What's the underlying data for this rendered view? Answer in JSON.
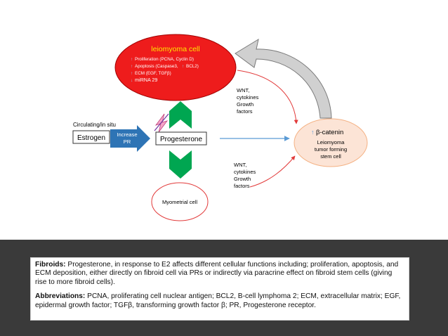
{
  "diagram": {
    "leiomyoma_cell": {
      "title": "leiomyoma cell",
      "lines": [
        {
          "arrow": "up",
          "text": "Proliferation (PCNA, Cyclin D)"
        },
        {
          "arrow": "up",
          "text": "Apoptosis (Caspase3,"
        },
        {
          "arrow": "up",
          "text": "BCL2)"
        },
        {
          "arrow": "up",
          "text": "ECM (EGF, TGFβ)"
        },
        {
          "arrow": "down",
          "text": "miRNA 29"
        }
      ]
    },
    "circulating_label": "Circulating/in situ",
    "estrogen_label": "Estrogen",
    "increase_pr_label_line1": "Increase",
    "increase_pr_label_line2": "PR",
    "progesterone_label": "Progesterone",
    "paracrine_top": [
      "WNT,",
      "cytokines",
      "Growth",
      "factors"
    ],
    "paracrine_bottom": [
      "WNT,",
      "cytokines",
      "Growth",
      "factors"
    ],
    "stem_cell": {
      "beta_catenin": "β-catenin",
      "lines": [
        "Leiomyoma",
        "tumor forming",
        "stem cell"
      ]
    },
    "myometrial_label": "Myometrial cell",
    "colors": {
      "leiomyoma_fill": "#ee1c1c",
      "title_yellow": "#ffe600",
      "estrogen_arrow": "#2e74b5",
      "green_arrow": "#00a651",
      "curve_red": "#e23a3a",
      "stem_fill": "#fce4d6",
      "stem_stroke": "#f4b183",
      "blue_arrow": "#5b9bd5",
      "grey_arrow": "#c9c9c9",
      "band": "#3a3a3a"
    }
  },
  "caption": {
    "fibroids_label": "Fibroids:",
    "fibroids_text": " Progesterone, in response to E2 affects different cellular functions including; proliferation, apoptosis, and ECM deposition, either directly on fibroid cell via PRs or indirectly via paracrine effect on fibroid stem cells (giving rise to more fibroid cells).",
    "abbreviations_label": "Abbreviations:",
    "abbreviations_text": " PCNA, proliferating cell nuclear antigen; BCL2, B-cell lymphoma 2; ECM, extracellular matrix; EGF, epidermal growth factor; TGFβ, transforming growth factor β; PR, Progesterone receptor."
  }
}
